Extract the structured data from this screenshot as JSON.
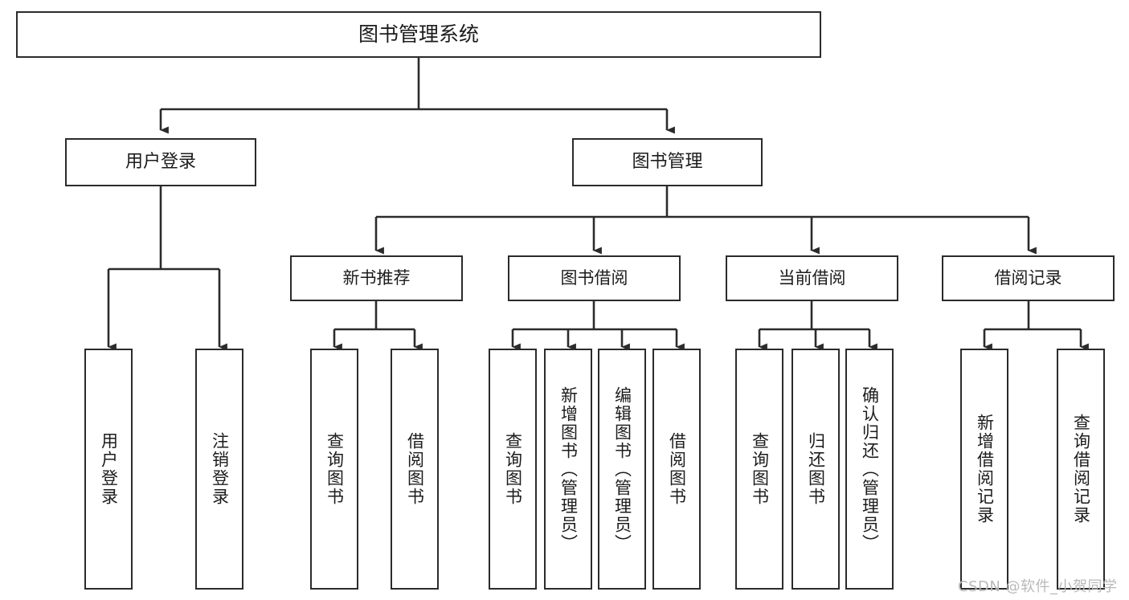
{
  "diagram": {
    "title": "图书管理系统",
    "type": "功能结构图",
    "colors": {
      "stroke": "#2b2b2b",
      "fill": "#ffffff",
      "text": "#1c1c1c",
      "watermark": "#b9b9b9",
      "background": "#ffffff"
    },
    "root": {
      "label": "图书管理系统"
    },
    "level2": [
      {
        "label": "用户登录"
      },
      {
        "label": "图书管理"
      }
    ],
    "level3": [
      {
        "label": "新书推荐"
      },
      {
        "label": "图书借阅"
      },
      {
        "label": "当前借阅"
      },
      {
        "label": "借阅记录"
      }
    ],
    "leaves": {
      "user_login": [
        {
          "label": "用户登录"
        },
        {
          "label": "注销登录"
        }
      ],
      "new_book_recommend": [
        {
          "label": "查询图书"
        },
        {
          "label": "借阅图书"
        }
      ],
      "book_borrow": [
        {
          "label": "查询图书"
        },
        {
          "label": "新增图书（管理员）"
        },
        {
          "label": "编辑图书（管理员）"
        },
        {
          "label": "借阅图书"
        }
      ],
      "current_borrow": [
        {
          "label": "查询图书"
        },
        {
          "label": "归还图书"
        },
        {
          "label": "确认归还（管理员）"
        }
      ],
      "borrow_record": [
        {
          "label": "新增借阅记录"
        },
        {
          "label": "查询借阅记录"
        }
      ]
    }
  },
  "watermark": {
    "text": "CSDN @软件_小贺同学"
  }
}
